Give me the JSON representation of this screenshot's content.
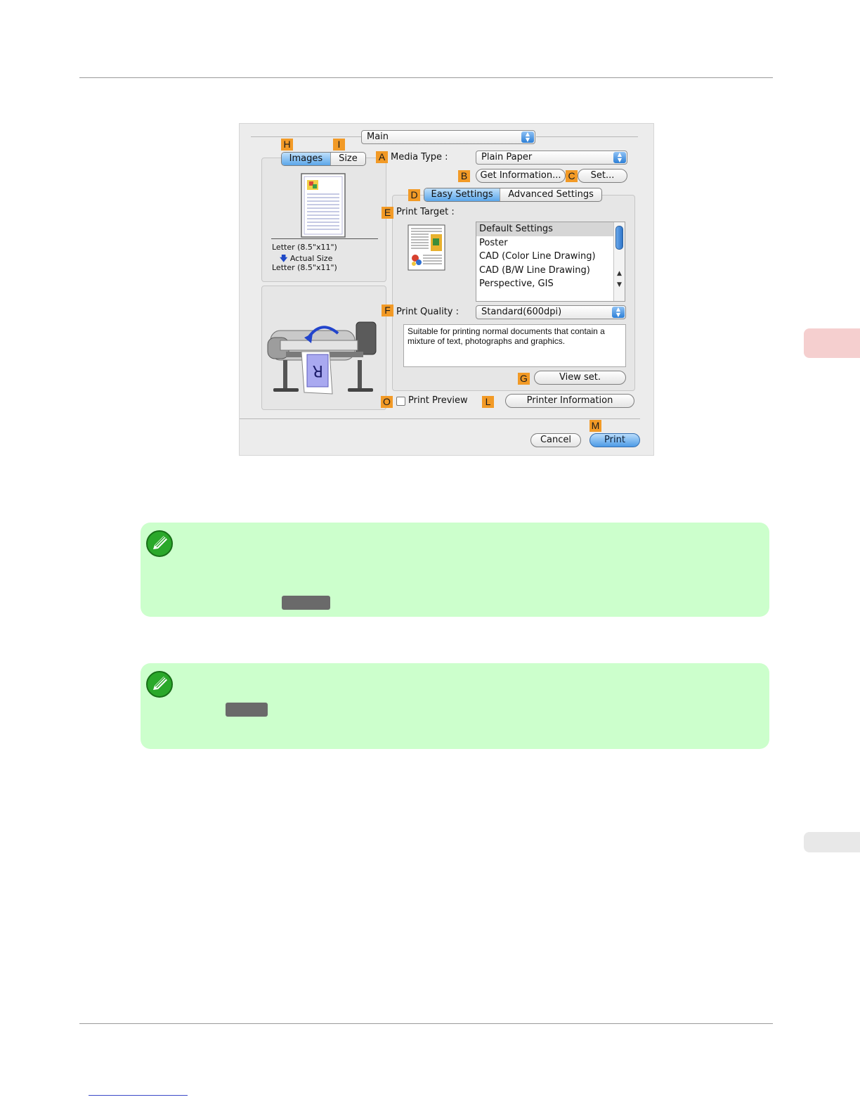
{
  "dialog": {
    "main_popup": "Main",
    "preview_tabs": [
      "Images",
      "Size"
    ],
    "media_type_label": "Media Type :",
    "media_type_value": "Plain Paper",
    "get_info_button": "Get Information...",
    "set_button": "Set...",
    "settings_tabs": [
      "Easy Settings",
      "Advanced Settings"
    ],
    "print_target_label": "Print Target :",
    "print_targets": [
      "Default Settings",
      "Poster",
      "CAD (Color Line Drawing)",
      "CAD (B/W Line Drawing)",
      "Perspective, GIS"
    ],
    "selected_target": "Default Settings",
    "print_quality_label": "Print Quality :",
    "print_quality_value": "Standard(600dpi)",
    "description": "Suitable for printing normal documents that contain a mixture of text, photographs and graphics.",
    "view_set_button": "View set.",
    "print_preview_label": "Print Preview",
    "printer_info_button": "Printer Information",
    "cancel_button": "Cancel",
    "print_button": "Print",
    "paper_original": "Letter (8.5\"x11\")",
    "scale_text": "Actual Size",
    "paper_output": "Letter (8.5\"x11\")",
    "badges": {
      "a": "A",
      "b": "B",
      "c": "C",
      "d": "D",
      "e": "E",
      "f": "F",
      "g": "G",
      "h": "H",
      "i": "I",
      "l": "L",
      "m": "M",
      "o": "O"
    }
  },
  "icons": {
    "note_icon": "pencil-note-icon",
    "arrow": "down-arrow-icon",
    "printer": "printer-icon"
  },
  "colors": {
    "note_background": "#ccffcc",
    "badge": "#f29a26",
    "side_tab": "#f5cfcf"
  }
}
